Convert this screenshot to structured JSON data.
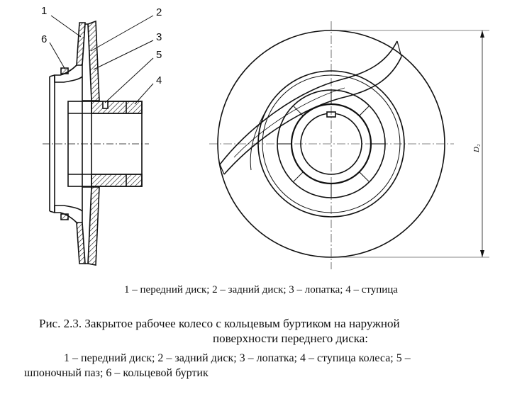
{
  "labels": {
    "l1": "1",
    "l2": "2",
    "l3": "3",
    "l5": "5",
    "l4": "4",
    "l6": "6"
  },
  "dimension": "D₂",
  "legend_top": "1 – передний диск; 2 – задний диск; 3 – лопатка; 4 – ступица",
  "caption": {
    "title_line1": "Рис. 2.3. Закрытое рабочее колесо с кольцевым буртиком на наружной",
    "title_line2": "поверхности переднего диска:",
    "legend_line1": "1 – передний диск; 2 – задний диск; 3 – лопатка; 4 – ступица колеса; 5 –",
    "legend_line2": "шпоночный паз; 6 – кольцевой буртик"
  }
}
